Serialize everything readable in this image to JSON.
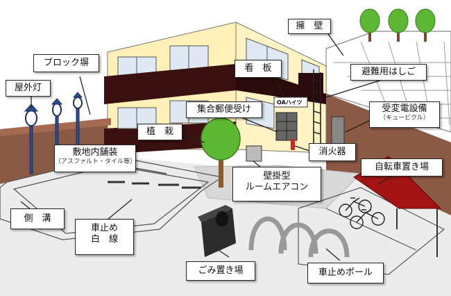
{
  "labels": {
    "retaining_wall": "擁　壁",
    "block_wall": "ブロック塀",
    "outdoor_light": "屋外灯",
    "signboard": "看　板",
    "evacuation_ladder": "避難用はしご",
    "mailbox": "集合郵便受け",
    "transformer": "受変電設備",
    "transformer_note": "（キュービクル）",
    "planting": "植　栽",
    "fire_extinguisher": "消火器",
    "pavement": "敷地内舗装",
    "pavement_note": "（アスファルト・タイル等）",
    "aircon_line1": "壁掛型",
    "aircon_line2": "ルームエアコン",
    "bicycle_parking": "自転車置き場",
    "gutter": "側　溝",
    "parking_line1": "車止め",
    "parking_line2": "白　線",
    "garbage": "ごみ置き場",
    "bollard": "車止めポール"
  },
  "building_sign": "OAハイツ"
}
